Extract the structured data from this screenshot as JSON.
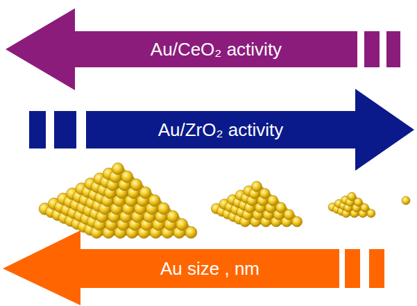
{
  "diagram": {
    "nodes": [
      {
        "text": [
          "Au/CeO₂ activity"
        ]
      },
      {
        "text": [
          "Au/ZrO₂ activity"
        ]
      },
      {
        "text": [
          "Au size , nm"
        ]
      }
    ]
  }
}
